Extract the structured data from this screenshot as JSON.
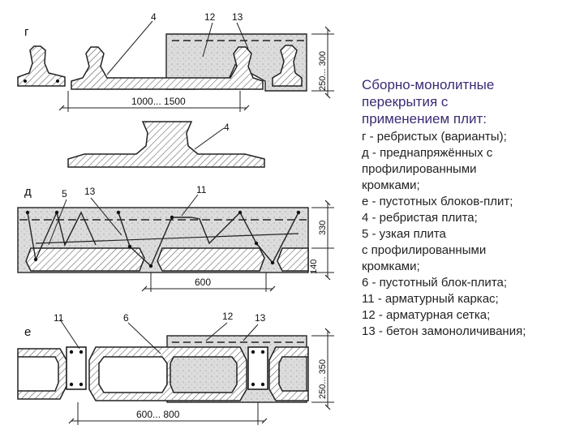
{
  "labels": {
    "letter_g": "г",
    "letter_d": "д",
    "letter_e": "е",
    "g_callout_4": "4",
    "g_callout_12": "12",
    "g_callout_13": "13",
    "g_dim_height": "250... 300",
    "g_dim_width": "1000... 1500",
    "rib_callout_4": "4",
    "d_callout_5": "5",
    "d_callout_13": "13",
    "d_callout_11": "11",
    "d_dim_330": "330",
    "d_dim_140": "140",
    "d_dim_600": "600",
    "e_callout_11": "11",
    "e_callout_6": "6",
    "e_callout_12": "12",
    "e_callout_13": "13",
    "e_dim_height": "250... 350",
    "e_dim_width": "600... 800"
  },
  "caption": {
    "title_lines": [
      "Сборно-монолитные",
      "перекрытия с",
      "применением плит:"
    ],
    "lines": [
      "г - ребристых (варианты);",
      "д - преднапряжённых с",
      "профилированными",
      "кромками;",
      "е - пустотных блоков-плит;",
      "4 - ребристая плита;",
      "5 - узкая плита",
      "с профилированными",
      "кромками;",
      "6 - пустотный блок-плита;",
      "11 - арматурный каркас;",
      "12 - арматурная сетка;",
      "13 - бетон замоноличивания;"
    ]
  },
  "colors": {
    "caption_title": "#3b2a73",
    "hatch": "#555555",
    "concrete_fill": "#d9d9d9",
    "line": "#222222"
  }
}
